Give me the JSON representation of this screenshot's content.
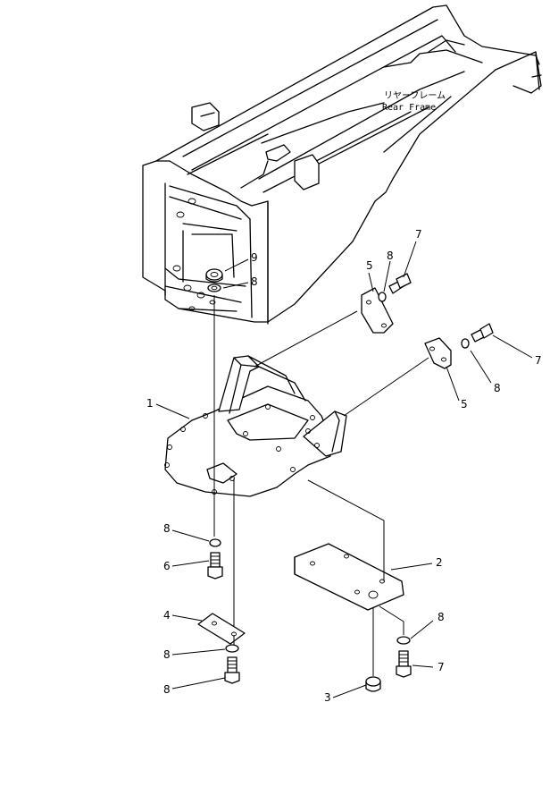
{
  "frame_label": {
    "japanese": "リヤーフレーム",
    "english": "Rear Frame"
  },
  "callouts": [
    "1",
    "2",
    "3",
    "4",
    "5",
    "5",
    "6",
    "7",
    "7",
    "7",
    "8",
    "8",
    "8",
    "8",
    "8",
    "8",
    "9"
  ]
}
